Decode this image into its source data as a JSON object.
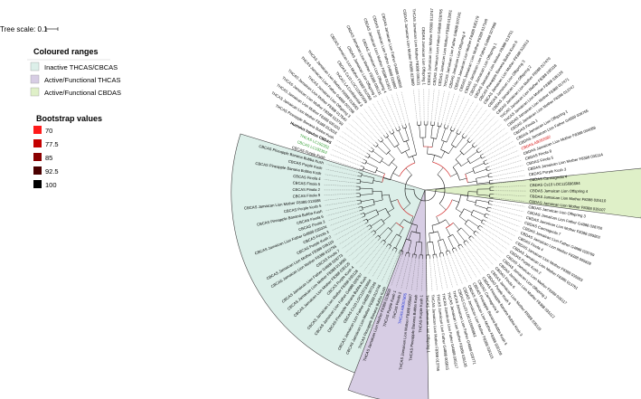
{
  "tree_scale": {
    "label": "Tree scale: 0.1"
  },
  "legend": {
    "ranges_title": "Coloured ranges",
    "ranges": [
      {
        "label": "Inactive THCAS/CBCAS",
        "color": "#dcefe9"
      },
      {
        "label": "Active/Functional THCAS",
        "color": "#d7cde4"
      },
      {
        "label": "Active/Functional CBDAS",
        "color": "#dff0c8"
      }
    ],
    "bootstrap_title": "Bootstrap values",
    "bootstrap": [
      {
        "label": "70",
        "color": "#ff1a1a"
      },
      {
        "label": "77.5",
        "color": "#c40000"
      },
      {
        "label": "85",
        "color": "#8a0000"
      },
      {
        "label": "92.5",
        "color": "#4a0000"
      },
      {
        "label": "100",
        "color": "#000000"
      }
    ]
  },
  "leaves": [
    "CBDAS Jamaican Lion Mother F8388 023689",
    "THCAS Jamaican Lion Mother F8388 035131",
    "CBDAS Jamaican Lion Offspring 1",
    "CBDAS Jamaican Lion Mother F8388 013747",
    "CBDAS Jamaican Lion Father G4888 028795",
    "CBDAS Jamaican Lion Mother F8388 012051",
    "THCAS Jamaican Lion Father G4888 007241",
    "CBDAS Jamaican Lion Offspring 4",
    "CBDAS Jamaican Lion Mother F8388 035179",
    "CBDAS Jamaican Lion Mother F8388 017548",
    "CBDAS Jamaican Lion Father G4888 007968",
    "CBDAS Jamaican Lion Offspring 1",
    "CBDAS Jamaican Lion Mother F8388 013751",
    "CBCAS Pineapple Banana Bubba Kush 6",
    "CBCAS Jamaican Lion Mother F8388 022613",
    "CBDAS Jamaican Lion Offspring 3",
    "CBDAS Jamaican Lion Offspring 2",
    "CBDAS Jamaican Lion Mother F8388 017470",
    "THCAS Jamaican Lion Mother F8388 035118",
    "THCAS Jamaican Lion Mother F8388 035129",
    "CBDAS Jamaican Lion Mother F8388 017471",
    "CBDAS Jamaican Lion Mother F8388 013747",
    "CBDAS Finola 1",
    "CBDAS Jamaican Lion Offspring 1",
    "CBDAS Jamaican Lion Father G4888 028765",
    "CBDAS AB292682",
    "CBDAS Jamaican Lion Mother F8388 004088",
    "CBDAS Finola 8",
    "CBDAS Finola 5",
    "CBDAS Jamaican Lion Mother F8388 035114",
    "CBDAS Purple Kush 3",
    "CBDAS Carmagnola 4",
    "CBDAS Cs10 LOC115696684",
    "CBDAS Jamaican Lion Offspring 4",
    "CBDAS Jamaican Lion Mother F8388 035110",
    "CBDAS Jamaican Lion Mother F8388 035107",
    "CBDAS Jamaican Lion Offspring 3",
    "CBDAS Jamaican Lion Father G4888 028760",
    "CBDAS Jamaican Lion Mother F8388 005802",
    "CBDAS Carmagnola 7",
    "CBDAS Jamaican Lion Father G4888 028769",
    "CBDAS Jamaican Lion Mother F8388 005828",
    "CBDAS Finola 4",
    "CBDAS Jamaican Lion Mother F8388 035003",
    "CBDAS Jamaican Lion Mother F8388 013761",
    "CBDAS Purple Kush 2",
    "CBDAS Jamaican Lion Mother F8388 035117",
    "CBDAS Jamaican Lion Offspring 2",
    "CBDAS Jamaican Lion Mother F8388 035112",
    "CBDAS Finola 6",
    "CBDAS Jamaican Lion Mother F8388 035118",
    "CBDAS Purple Kush 5",
    "CBDAS Pineapple Banana Bubba Kush 3",
    "CBDAS Carmagnola 6",
    "CBDAS Pineapple Banana Bubba Kush 5",
    "CBDAS Jamaican Lion Mother F8388 035109",
    "CBDAS Jamaican Lion Mother F8388 035115",
    "CBDAS Cs10 LOC115699862",
    "THCAS Jamaican Lion Father G4888 028771",
    "THCAS Jamaican Lion Mother F8388 035128",
    "THCAS Jamaican Lion Father G4888 035117",
    "THCAS Jamaican Lion Father G4888 005815",
    "THCAS Jamaican Lion Mother F8388 013756",
    "THCAS Jamaican Lion Offspring 1",
    "THCAS Purple Kush 1",
    "THCAS Pineapple Banana Bubba Kush",
    "THCAS Jamaican Lion Mother F8388 005847",
    "THCAS AB057805",
    "THCAS Finola 2",
    "THCAS Purple Kush 1",
    "THCAS Jamaican Lion Mother F8388 013693",
    "THCAS Pineapple Banana Bubba Kush",
    "CBCAS Jamaican Lion Mother F8388 013746",
    "CBCAS Jamaican Lion Father G4888 007246",
    "CBCAS Cs10 LOC115723004",
    "CBCAS Pineapple Banana Bubba Kush",
    "CBCAS Jamaican Lion Father G4888 028767",
    "CBCAS Jamaican Lion Mother F8388 035128",
    "CBCAS Purple Kush 4",
    "CBCAS Jamaican Lion Mother F8388 035125",
    "CBCAS Jamaican Lion Mother F8388 013690",
    "CBCAS Jamaican Lion Father G4888 028773",
    "CBCAS Finola 7",
    "CBCAS Jamaican Lion Mother F8388 013755",
    "CBCAS Jamaican Lion Mother F8388 035119",
    "CBCAS Purple Kush 2",
    "CBCAS Finola 3",
    "CBCAS Jamaican Lion Father G4888 035024",
    "CBCAS Finola 3",
    "CBCAS Finola 6",
    "CBCAS Pineapple Banana Bubba Kush",
    "CBCAS Purple Kush 5",
    "CBCAS Jamaican Lion Mother F8388 013688",
    "CBCAS Finola 9",
    "CBCAS Finola 2",
    "CBCAS Finola 5",
    "CBCAS Finola 4",
    "CBCAS Pineapple Banana Bubba Kush",
    "CBCAS Purple Kush",
    "CBCAS Pineapple Banana Bubba Kush",
    "CBCAS Purple Kush",
    "CBCAS LC192353",
    "THCAS LC192352",
    "Humulus lupulus CBDAS",
    "THCAS Pineapple Banana Bubba Kush",
    "THCAS Jamaican Lion Mother F8388 012018",
    "THCAS Jamaican Lion Mother F8388 035103",
    "THCAS Jamaican Lion Mother F8388 013759",
    "THCAS Jamaican Lion Mother F8388 017540",
    "THCAS Jamaican Lion Offspring 3",
    "THCAS Jamaican Lion Father G4888 007268",
    "THCAS Jamaican Lion Mother F8388 013693",
    "THCAS LA Confidential 3",
    "CBDAS Cs10 LOC115697699",
    "CBDAS Jamaican Lion Mother F8388 012059",
    "CBDAS Jamaican Lion Offspring 2",
    "CBDAS Jamaican Lion Mother F8388 035131",
    "CBDAS Jamaican Lion Offspring 4",
    "CBDAS Jamaican Lion Mother F8388 013617",
    "CBDAS Jamaican Lion Father G4888 028887",
    "CBDAS Jamaican Lion Father G4888 028800"
  ]
}
